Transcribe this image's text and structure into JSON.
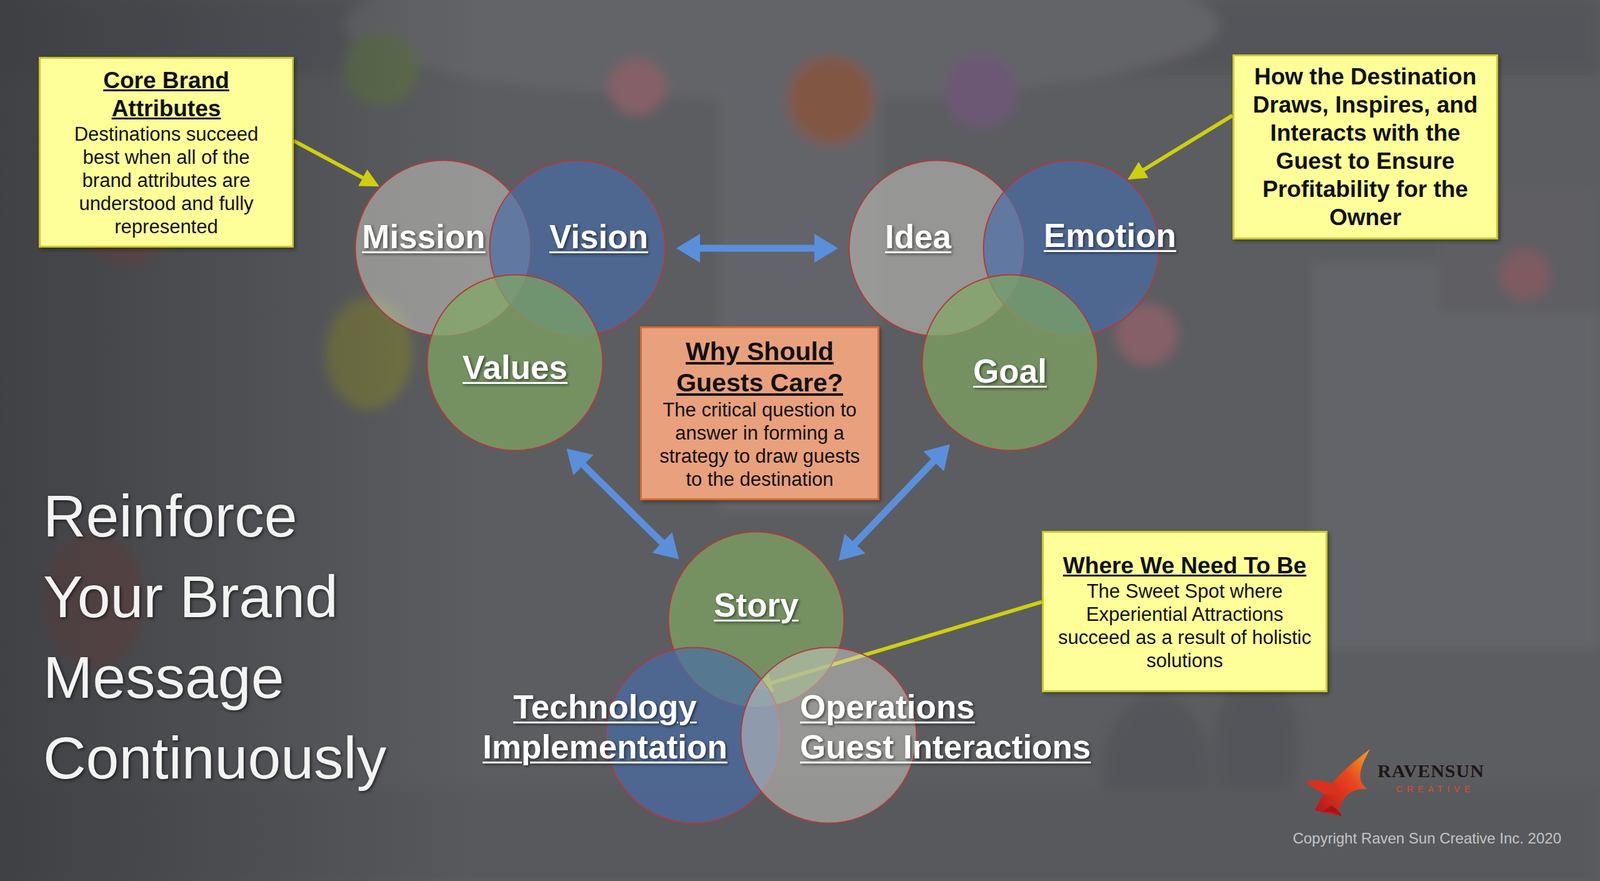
{
  "diagram": {
    "title": "Reinforce Your Brand Message Continuously",
    "nodes": [
      {
        "text": [
          "Core Brand Attributes",
          "Destinations succeed best when all of the brand attributes are understood and fully represented"
        ]
      },
      {
        "text": [
          "Mission"
        ]
      },
      {
        "text": [
          "Vision"
        ]
      },
      {
        "text": [
          "Idea"
        ]
      },
      {
        "text": [
          "Emotion"
        ]
      },
      {
        "text": [
          "How the Destination Draws, Inspires, and Interacts with the Guest to Ensure Profitability for the Owner"
        ]
      },
      {
        "text": [
          "Values"
        ]
      },
      {
        "text": [
          "Goal"
        ]
      },
      {
        "text": [
          "Why Should Guests Care?",
          "The critical question to answer in forming a strategy to draw guests to the destination"
        ]
      },
      {
        "text": [
          "Story"
        ]
      },
      {
        "text": [
          "Where We Need To Be",
          "The Sweet Spot where Experiential Attractions succeed as a result of holistic solutions"
        ]
      },
      {
        "text": [
          "Technology Implementation"
        ]
      },
      {
        "text": [
          "Operations Guest Interactions"
        ]
      }
    ],
    "edges": [
      {
        "from": 0,
        "to": 1,
        "arrow": "to"
      },
      {
        "from": 2,
        "to": 3,
        "arrow": "both"
      },
      {
        "from": 5,
        "to": 4,
        "arrow": "to"
      },
      {
        "from": 6,
        "to": 9,
        "arrow": "both"
      },
      {
        "from": 7,
        "to": 9,
        "arrow": "both"
      },
      {
        "from": 10,
        "to": 12,
        "arrow": "to"
      }
    ],
    "labels": [
      "RAVENSUN",
      "CREATIVE",
      "Copyright Raven Sun Creative Inc. 2020"
    ]
  }
}
